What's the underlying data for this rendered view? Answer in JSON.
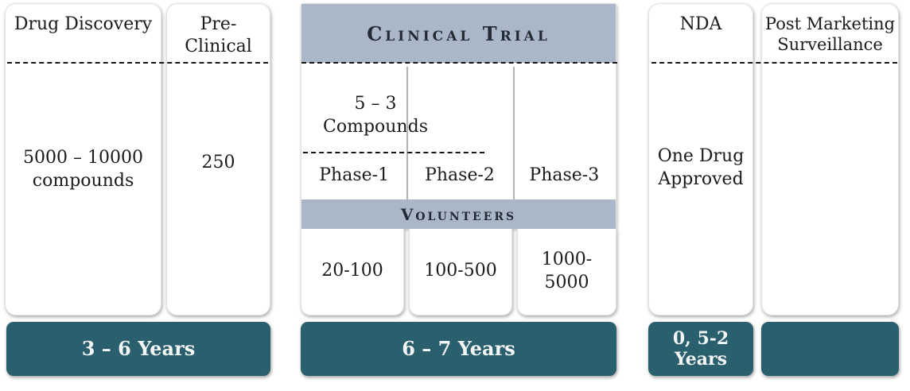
{
  "colors": {
    "duration_bar_teal": "#2a5f6e",
    "section_band_bluegray": "#aab7c9"
  },
  "stages": {
    "drug_discovery": {
      "title": "Drug Discovery",
      "value": "5000 – 10000\ncompounds"
    },
    "pre_clinical": {
      "title": "Pre-\nClinical",
      "value": "250"
    },
    "clinical_trial": {
      "title": "Clinical Trial",
      "compounds": "5 – 3\nCompounds",
      "volunteers_heading": "Volunteers",
      "phases": [
        {
          "label": "Phase-1",
          "volunteers": "20-100"
        },
        {
          "label": "Phase-2",
          "volunteers": "100-500"
        },
        {
          "label": "Phase-3",
          "volunteers": "1000-\n5000"
        }
      ]
    },
    "nda": {
      "title": "NDA",
      "value": "One Drug\nApproved"
    },
    "post_marketing": {
      "title": "Post Marketing\nSurveillance"
    }
  },
  "durations": {
    "discovery_preclinical": "3 – 6 Years",
    "clinical_trial": "6 – 7 Years",
    "nda": "0, 5-2\nYears",
    "post_marketing": ""
  }
}
